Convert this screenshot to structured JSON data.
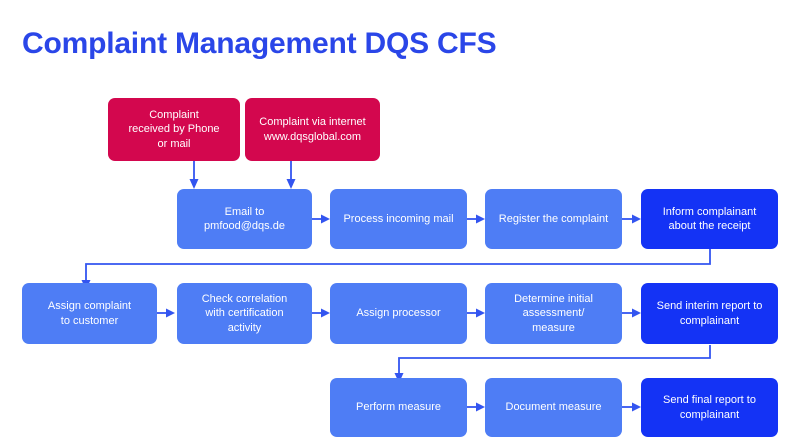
{
  "page": {
    "title": "Complaint Management DQS CFS",
    "background": "#ffffff"
  },
  "colors": {
    "title": "#2A46E8",
    "crimson": "#D3074E",
    "blue_light": "#4E7DF5",
    "blue_dark": "#1433F5",
    "connector": "#3355F0"
  },
  "chart_data": {
    "type": "diagram",
    "title": "Complaint Management DQS CFS",
    "nodes": [
      {
        "id": "n1",
        "label": "Complaint\nreceived by Phone\nor mail",
        "style": "crimson",
        "row": 1,
        "col": 1
      },
      {
        "id": "n2",
        "label": "Complaint via internet\nwww.dqsglobal.com",
        "style": "crimson",
        "row": 1,
        "col": 2
      },
      {
        "id": "n3",
        "label": "Email to\npmfood@dqs.de",
        "style": "blue-light",
        "row": 2,
        "col": 2
      },
      {
        "id": "n4",
        "label": "Process incoming mail",
        "style": "blue-light",
        "row": 2,
        "col": 3
      },
      {
        "id": "n5",
        "label": "Register the complaint",
        "style": "blue-light",
        "row": 2,
        "col": 4
      },
      {
        "id": "n6",
        "label": "Inform complainant\nabout the receipt",
        "style": "blue-dark",
        "row": 2,
        "col": 5
      },
      {
        "id": "n7",
        "label": "Assign complaint\nto customer",
        "style": "blue-light",
        "row": 3,
        "col": 1
      },
      {
        "id": "n8",
        "label": "Check correlation\nwith certification\nactivity",
        "style": "blue-light",
        "row": 3,
        "col": 2
      },
      {
        "id": "n9",
        "label": "Assign processor",
        "style": "blue-light",
        "row": 3,
        "col": 3
      },
      {
        "id": "n10",
        "label": "Determine initial\nassessment/\nmeasure",
        "style": "blue-light",
        "row": 3,
        "col": 4
      },
      {
        "id": "n11",
        "label": "Send interim report to\ncomplainant",
        "style": "blue-dark",
        "row": 3,
        "col": 5
      },
      {
        "id": "n12",
        "label": "Perform measure",
        "style": "blue-light",
        "row": 4,
        "col": 3
      },
      {
        "id": "n13",
        "label": "Document measure",
        "style": "blue-light",
        "row": 4,
        "col": 4
      },
      {
        "id": "n14",
        "label": "Send final report to\ncomplainant",
        "style": "blue-dark",
        "row": 4,
        "col": 5
      }
    ],
    "edges": [
      {
        "from": "n1",
        "to": "n3",
        "kind": "vertical"
      },
      {
        "from": "n2",
        "to": "n3",
        "kind": "vertical"
      },
      {
        "from": "n3",
        "to": "n4",
        "kind": "horizontal"
      },
      {
        "from": "n4",
        "to": "n5",
        "kind": "horizontal"
      },
      {
        "from": "n5",
        "to": "n6",
        "kind": "horizontal"
      },
      {
        "from": "n6",
        "to": "n7",
        "kind": "elbow-wrap"
      },
      {
        "from": "n7",
        "to": "n8",
        "kind": "horizontal"
      },
      {
        "from": "n8",
        "to": "n9",
        "kind": "horizontal"
      },
      {
        "from": "n9",
        "to": "n10",
        "kind": "horizontal"
      },
      {
        "from": "n10",
        "to": "n11",
        "kind": "horizontal"
      },
      {
        "from": "n11",
        "to": "n12",
        "kind": "elbow-wrap"
      },
      {
        "from": "n12",
        "to": "n13",
        "kind": "horizontal"
      },
      {
        "from": "n13",
        "to": "n14",
        "kind": "horizontal"
      }
    ]
  }
}
